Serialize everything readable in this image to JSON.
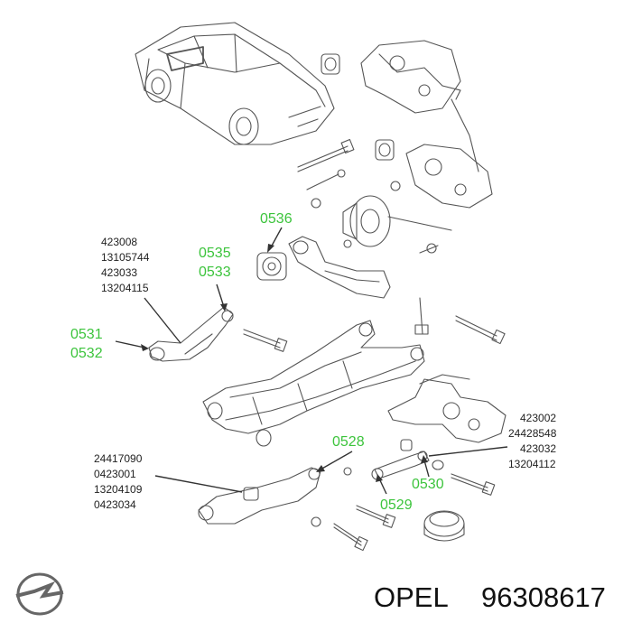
{
  "colors": {
    "callout": "#3cc43c",
    "ink": "#222222",
    "line": "#444444"
  },
  "callouts": {
    "c0536": "0536",
    "c0535": "0535",
    "c0533": "0533",
    "c0531": "0531",
    "c0532": "0532",
    "c0528": "0528",
    "c0530": "0530",
    "c0529": "0529"
  },
  "part_groups": {
    "upper_left": [
      "423008",
      "13105744",
      "423033",
      "13204115"
    ],
    "lower_left": [
      "24417090",
      "0423001",
      "13204109",
      "0423034"
    ],
    "right": [
      "423002",
      "24428548",
      "423032",
      "13204112"
    ]
  },
  "footer": {
    "brand": "OPEL",
    "part_number": "96308617"
  },
  "logo_icon": "opel-blitz-logo"
}
